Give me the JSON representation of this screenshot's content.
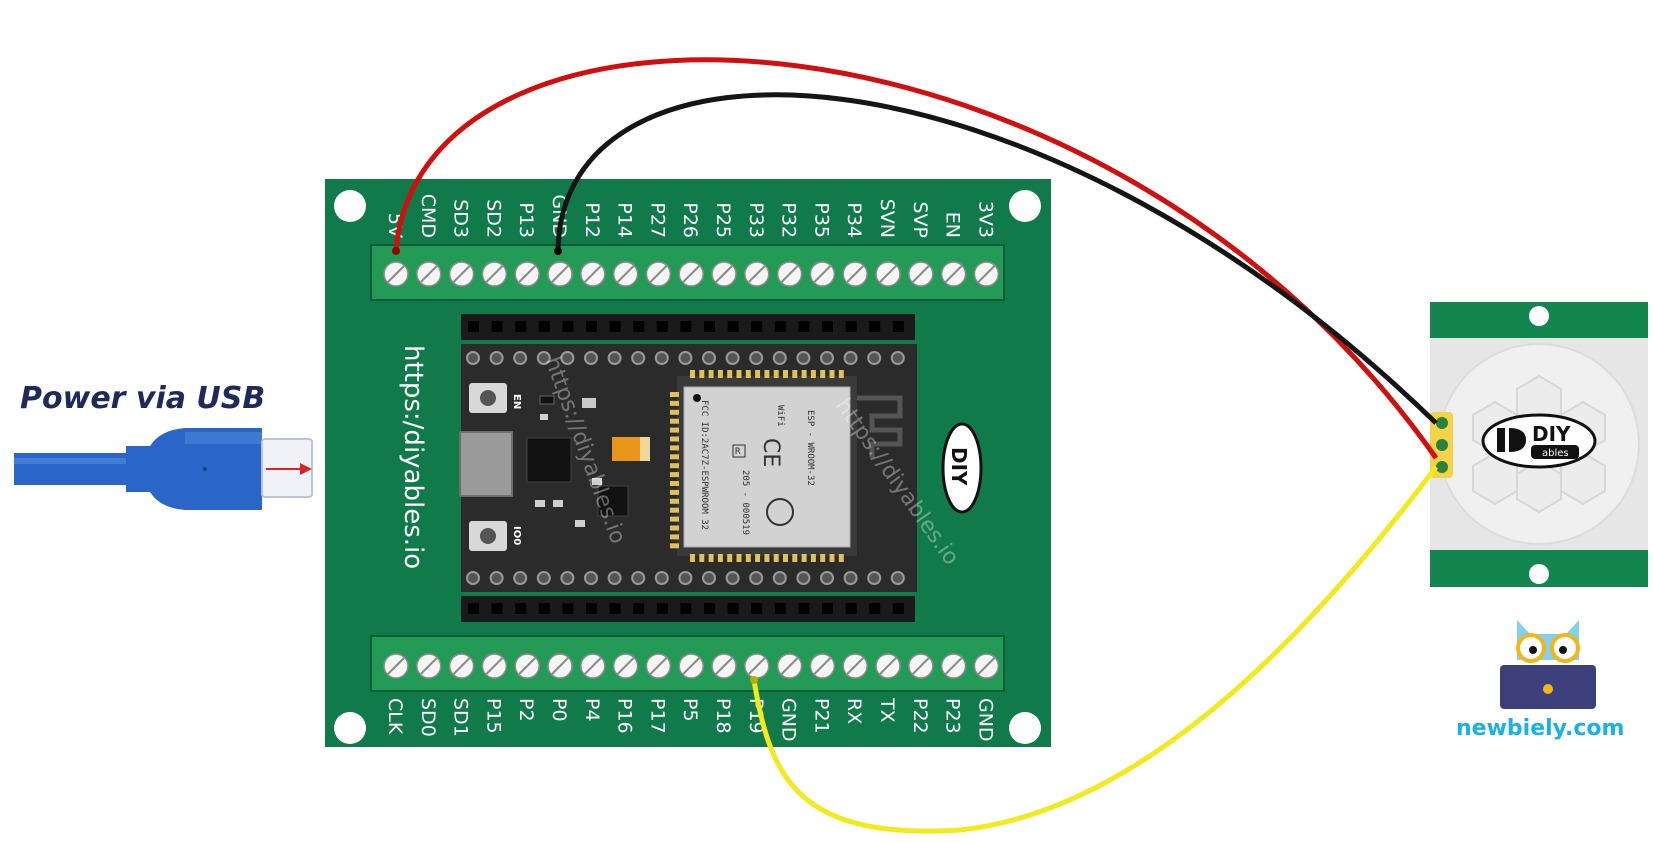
{
  "power_label": "Power via USB",
  "board_url": "https:/diyables.io",
  "watermark": "https://diyables.io",
  "top_pins": [
    "5V",
    "CMD",
    "SD3",
    "SD2",
    "P13",
    "GND",
    "P12",
    "P14",
    "P27",
    "P26",
    "P25",
    "P33",
    "P32",
    "P35",
    "P34",
    "SVN",
    "SVP",
    "EN",
    "3V3"
  ],
  "bottom_pins": [
    "CLK",
    "SD0",
    "SD1",
    "P15",
    "P2",
    "P0",
    "P4",
    "P16",
    "P17",
    "P5",
    "P18",
    "P19",
    "GND",
    "P21",
    "RX",
    "TX",
    "P22",
    "P23",
    "GND"
  ],
  "button_en": "EN",
  "button_io0": "IO0",
  "module_text": {
    "model": "ESP - WROOM-32",
    "fcc": "FCC ID:2AC7Z-ESPWROOM 32",
    "code": "205 - 000519",
    "wifi": "WiFi",
    "ce": "CE",
    "r": "R"
  },
  "logo": {
    "diy": "DIY",
    "ables": "ables"
  },
  "brand": "newbiely.com",
  "colors": {
    "board": "#117a4b",
    "terminal": "#239a55",
    "vcc_wire": "#d10f0f",
    "gnd_wire": "#151515",
    "signal_wire": "#f2ea1c",
    "usb": "#2a66c8",
    "label": "#1f2a5a",
    "brand": "#1ab0e8"
  }
}
